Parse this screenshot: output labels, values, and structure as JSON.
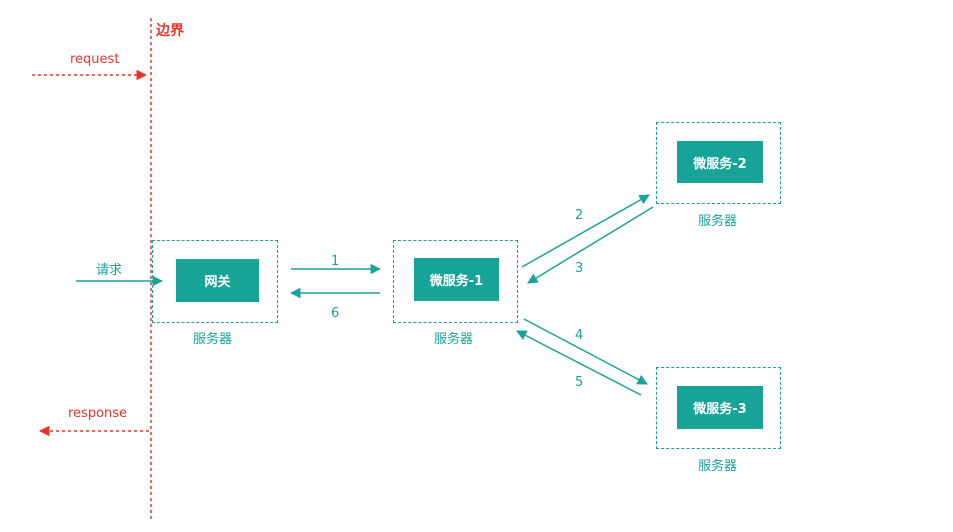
{
  "boundary": {
    "title": "边界",
    "request_label": "request",
    "response_label": "response",
    "color": "#e8332c"
  },
  "client": {
    "request_label": "请求"
  },
  "nodes": {
    "gateway": {
      "label": "网关",
      "server_label": "服务器"
    },
    "ms1": {
      "label": "微服务-1",
      "server_label": "服务器"
    },
    "ms2": {
      "label": "微服务-2",
      "server_label": "服务器"
    },
    "ms3": {
      "label": "微服务-3",
      "server_label": "服务器"
    }
  },
  "steps": [
    "1",
    "2",
    "3",
    "4",
    "5",
    "6"
  ],
  "colors": {
    "accent": "#17a398",
    "line": "#1aa39a",
    "boundary": "#e8332c"
  }
}
